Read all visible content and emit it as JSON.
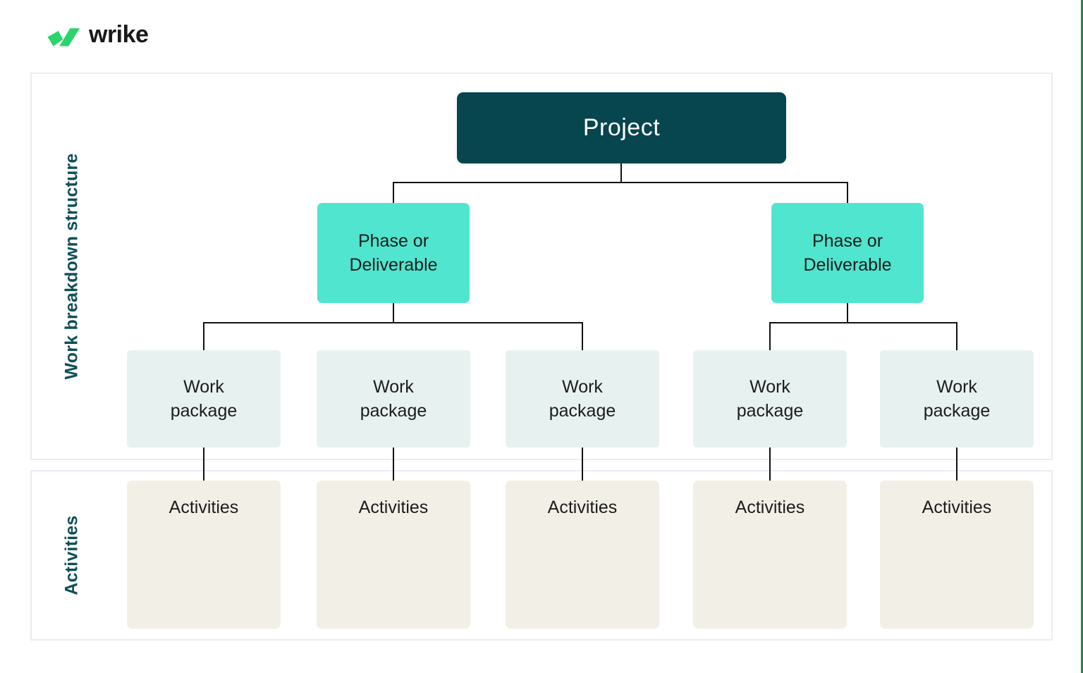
{
  "brand": {
    "logo_text": "wrike"
  },
  "sections": {
    "wbs": {
      "label": "Work breakdown structure"
    },
    "activities": {
      "label": "Activities"
    }
  },
  "diagram": {
    "project": {
      "label": "Project"
    },
    "phases": [
      {
        "label": "Phase or Deliverable"
      },
      {
        "label": "Phase or Deliverable"
      }
    ],
    "work_packages": [
      {
        "label": "Work package"
      },
      {
        "label": "Work package"
      },
      {
        "label": "Work package"
      },
      {
        "label": "Work package"
      },
      {
        "label": "Work package"
      }
    ],
    "activity_boxes": [
      {
        "label": "Activities"
      },
      {
        "label": "Activities"
      },
      {
        "label": "Activities"
      },
      {
        "label": "Activities"
      },
      {
        "label": "Activities"
      }
    ]
  },
  "colors": {
    "project_fill": "#07454f",
    "project_text": "#ffffff",
    "phase_fill": "#50e5cf",
    "work_package_fill": "#e7f2f0",
    "activities_fill": "#f2efe6",
    "section_label_text": "#0d4f58",
    "box_text": "#1c1c1c",
    "connector": "#111111",
    "panel_border": "#e9ecf4",
    "logo_green": "#2bd46c",
    "logo_text": "#191919",
    "right_edge_strip": "#1f8a50"
  }
}
